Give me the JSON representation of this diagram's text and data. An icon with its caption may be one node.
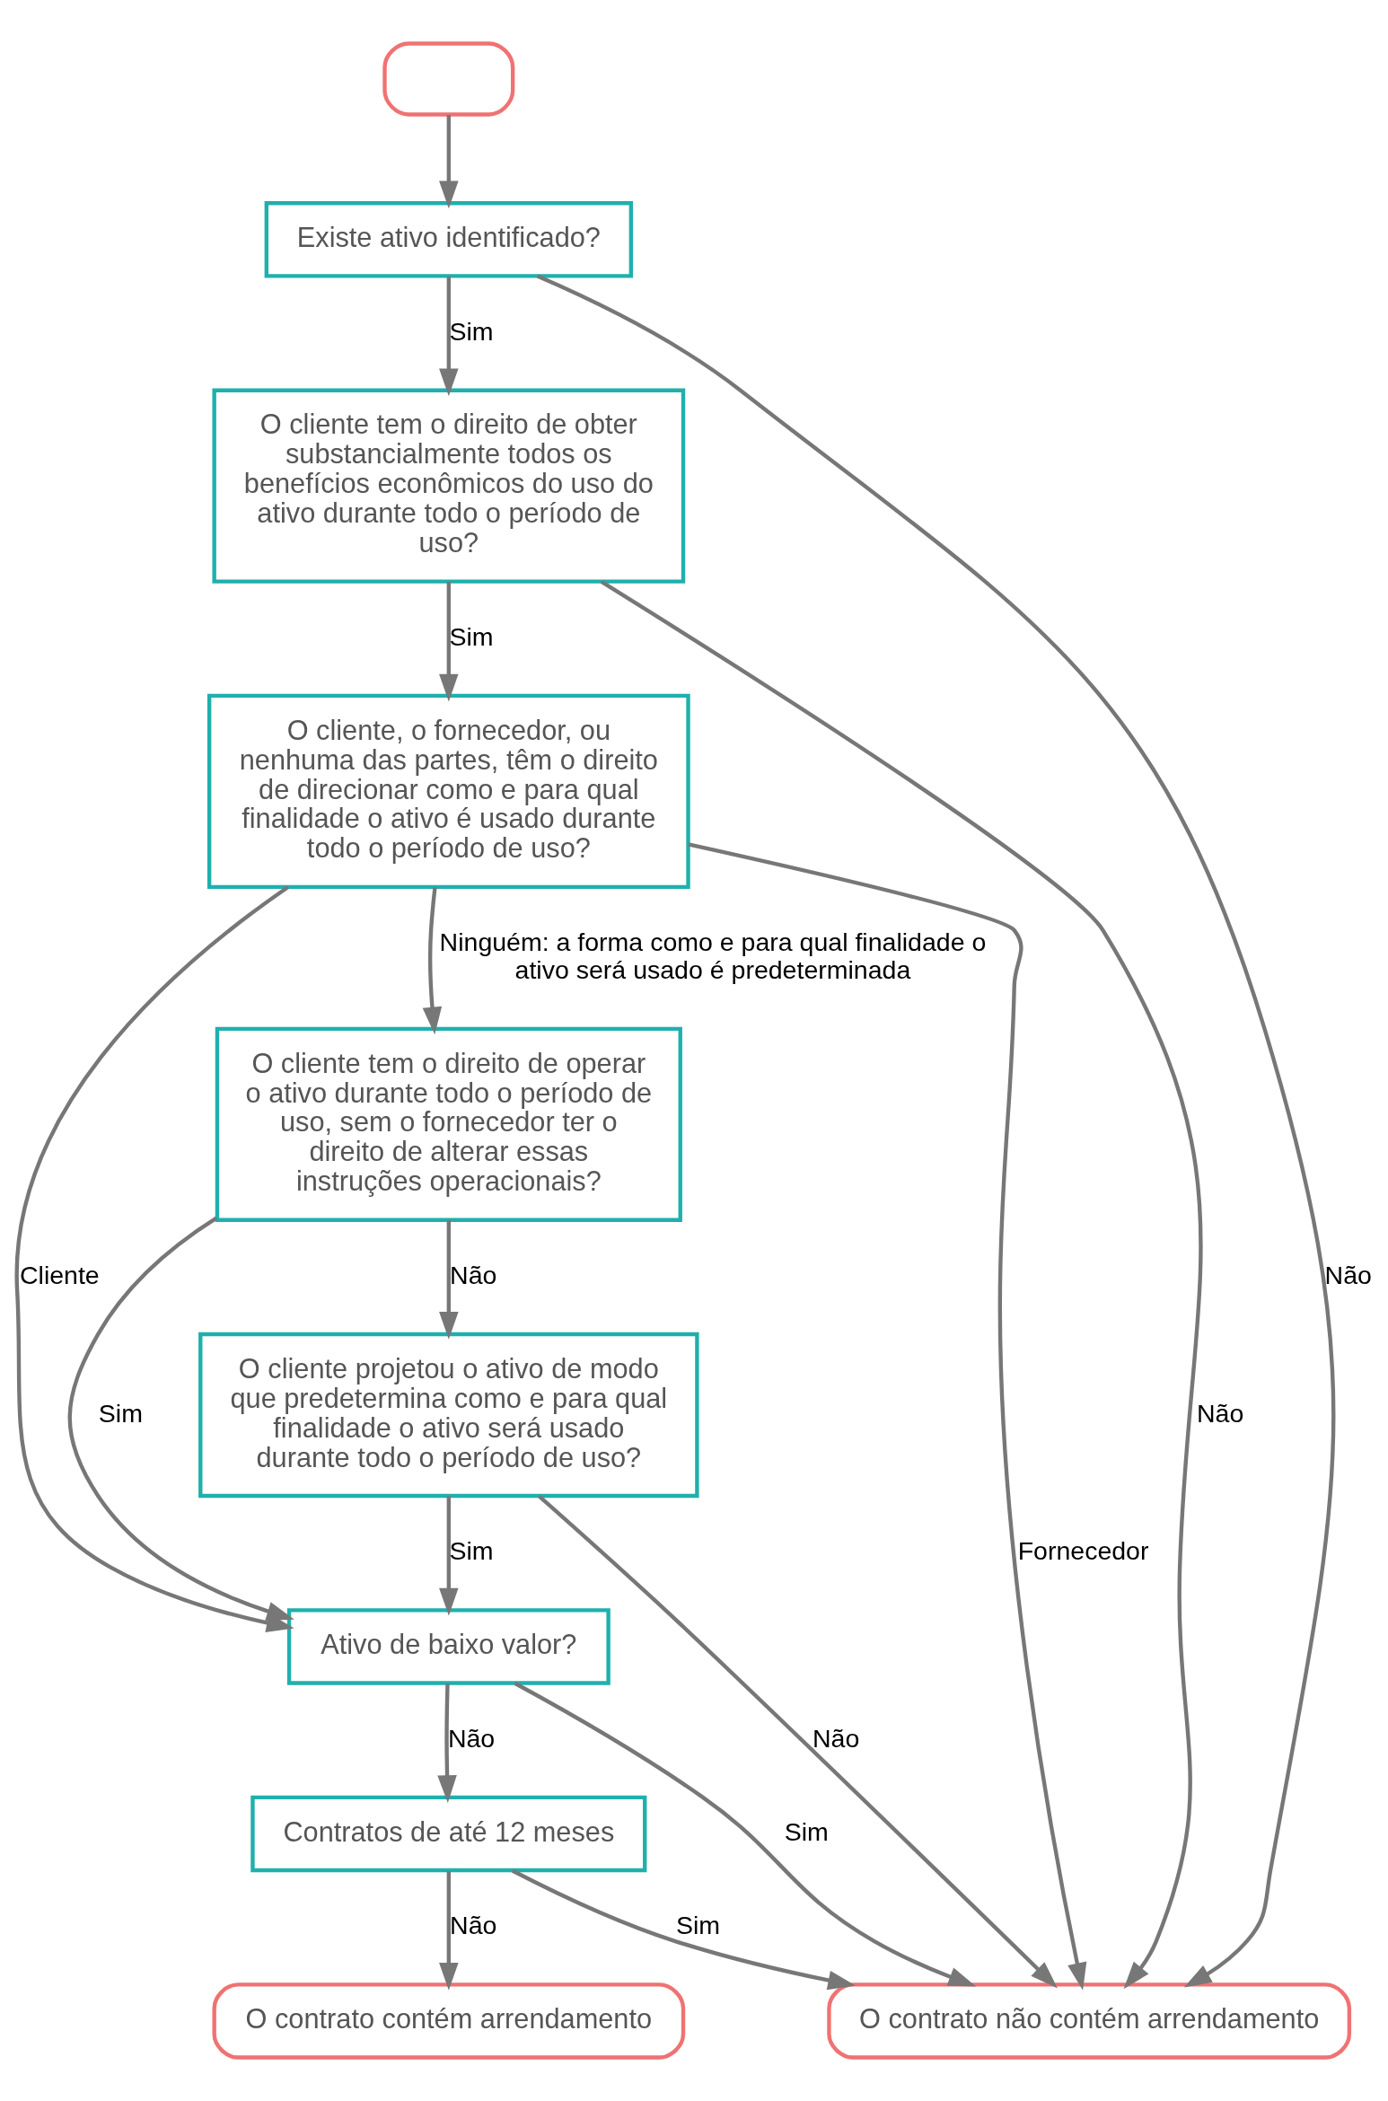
{
  "diagram": {
    "nodes": [
      {
        "text": [],
        "shape": "box"
      },
      {
        "text": [
          "Existe ativo identificado?"
        ]
      },
      {
        "text": [
          "O cliente tem o direito de obter substancialmente todos os benefícios econômicos do uso do ativo durante todo o período de uso?"
        ]
      },
      {
        "text": [
          "O cliente, o fornecedor, ou nenhuma das partes, têm o direito de direcionar como e para qual finalidade o ativo é usado durante todo o período de uso?"
        ]
      },
      {
        "text": [
          "O cliente tem o direito de operar o ativo durante todo o período de uso, sem o fornecedor ter o direito de alterar essas instruções operacionais?"
        ]
      },
      {
        "text": [
          "O cliente projetou o ativo de modo que predetermina como e para qual finalidade o ativo será usado durante todo o período de uso?"
        ]
      },
      {
        "text": [
          "Ativo de baixo valor?"
        ]
      },
      {
        "text": [
          "Contratos de até 12 meses"
        ]
      },
      {
        "text": [
          "O contrato contém arrendamento"
        ]
      },
      {
        "text": [
          "O contrato não contém arrendamento"
        ]
      }
    ],
    "edges": [
      {
        "from": 0,
        "to": 1,
        "arrow": "to"
      },
      {
        "from": 1,
        "to": 2,
        "arrow": "to",
        "label": "Sim"
      },
      {
        "from": 1,
        "to": 9,
        "arrow": "to",
        "label": "Não"
      },
      {
        "from": 2,
        "to": 3,
        "arrow": "to",
        "label": "Sim"
      },
      {
        "from": 2,
        "to": 9,
        "arrow": "to",
        "label": "Não"
      },
      {
        "from": 3,
        "to": 4,
        "arrow": "to",
        "label": "Ninguém: a forma como e para qual finalidade o ativo será usado é predeterminada"
      },
      {
        "from": 3,
        "to": 6,
        "arrow": "to",
        "label": "Cliente"
      },
      {
        "from": 3,
        "to": 9,
        "arrow": "to",
        "label": "Fornecedor"
      },
      {
        "from": 4,
        "to": 6,
        "arrow": "to",
        "label": "Sim"
      },
      {
        "from": 4,
        "to": 5,
        "arrow": "to",
        "label": "Não"
      },
      {
        "from": 5,
        "to": 9,
        "arrow": "to",
        "label": "Não"
      },
      {
        "from": 5,
        "to": 6,
        "arrow": "to",
        "label": "Sim"
      },
      {
        "from": 6,
        "to": 9,
        "arrow": "to",
        "label": "Sim"
      },
      {
        "from": 6,
        "to": 7,
        "arrow": "to",
        "label": "Não"
      },
      {
        "from": 7,
        "to": 9,
        "arrow": "to",
        "label": "Sim"
      },
      {
        "from": 7,
        "to": 8,
        "arrow": "to",
        "label": "Não"
      }
    ]
  }
}
